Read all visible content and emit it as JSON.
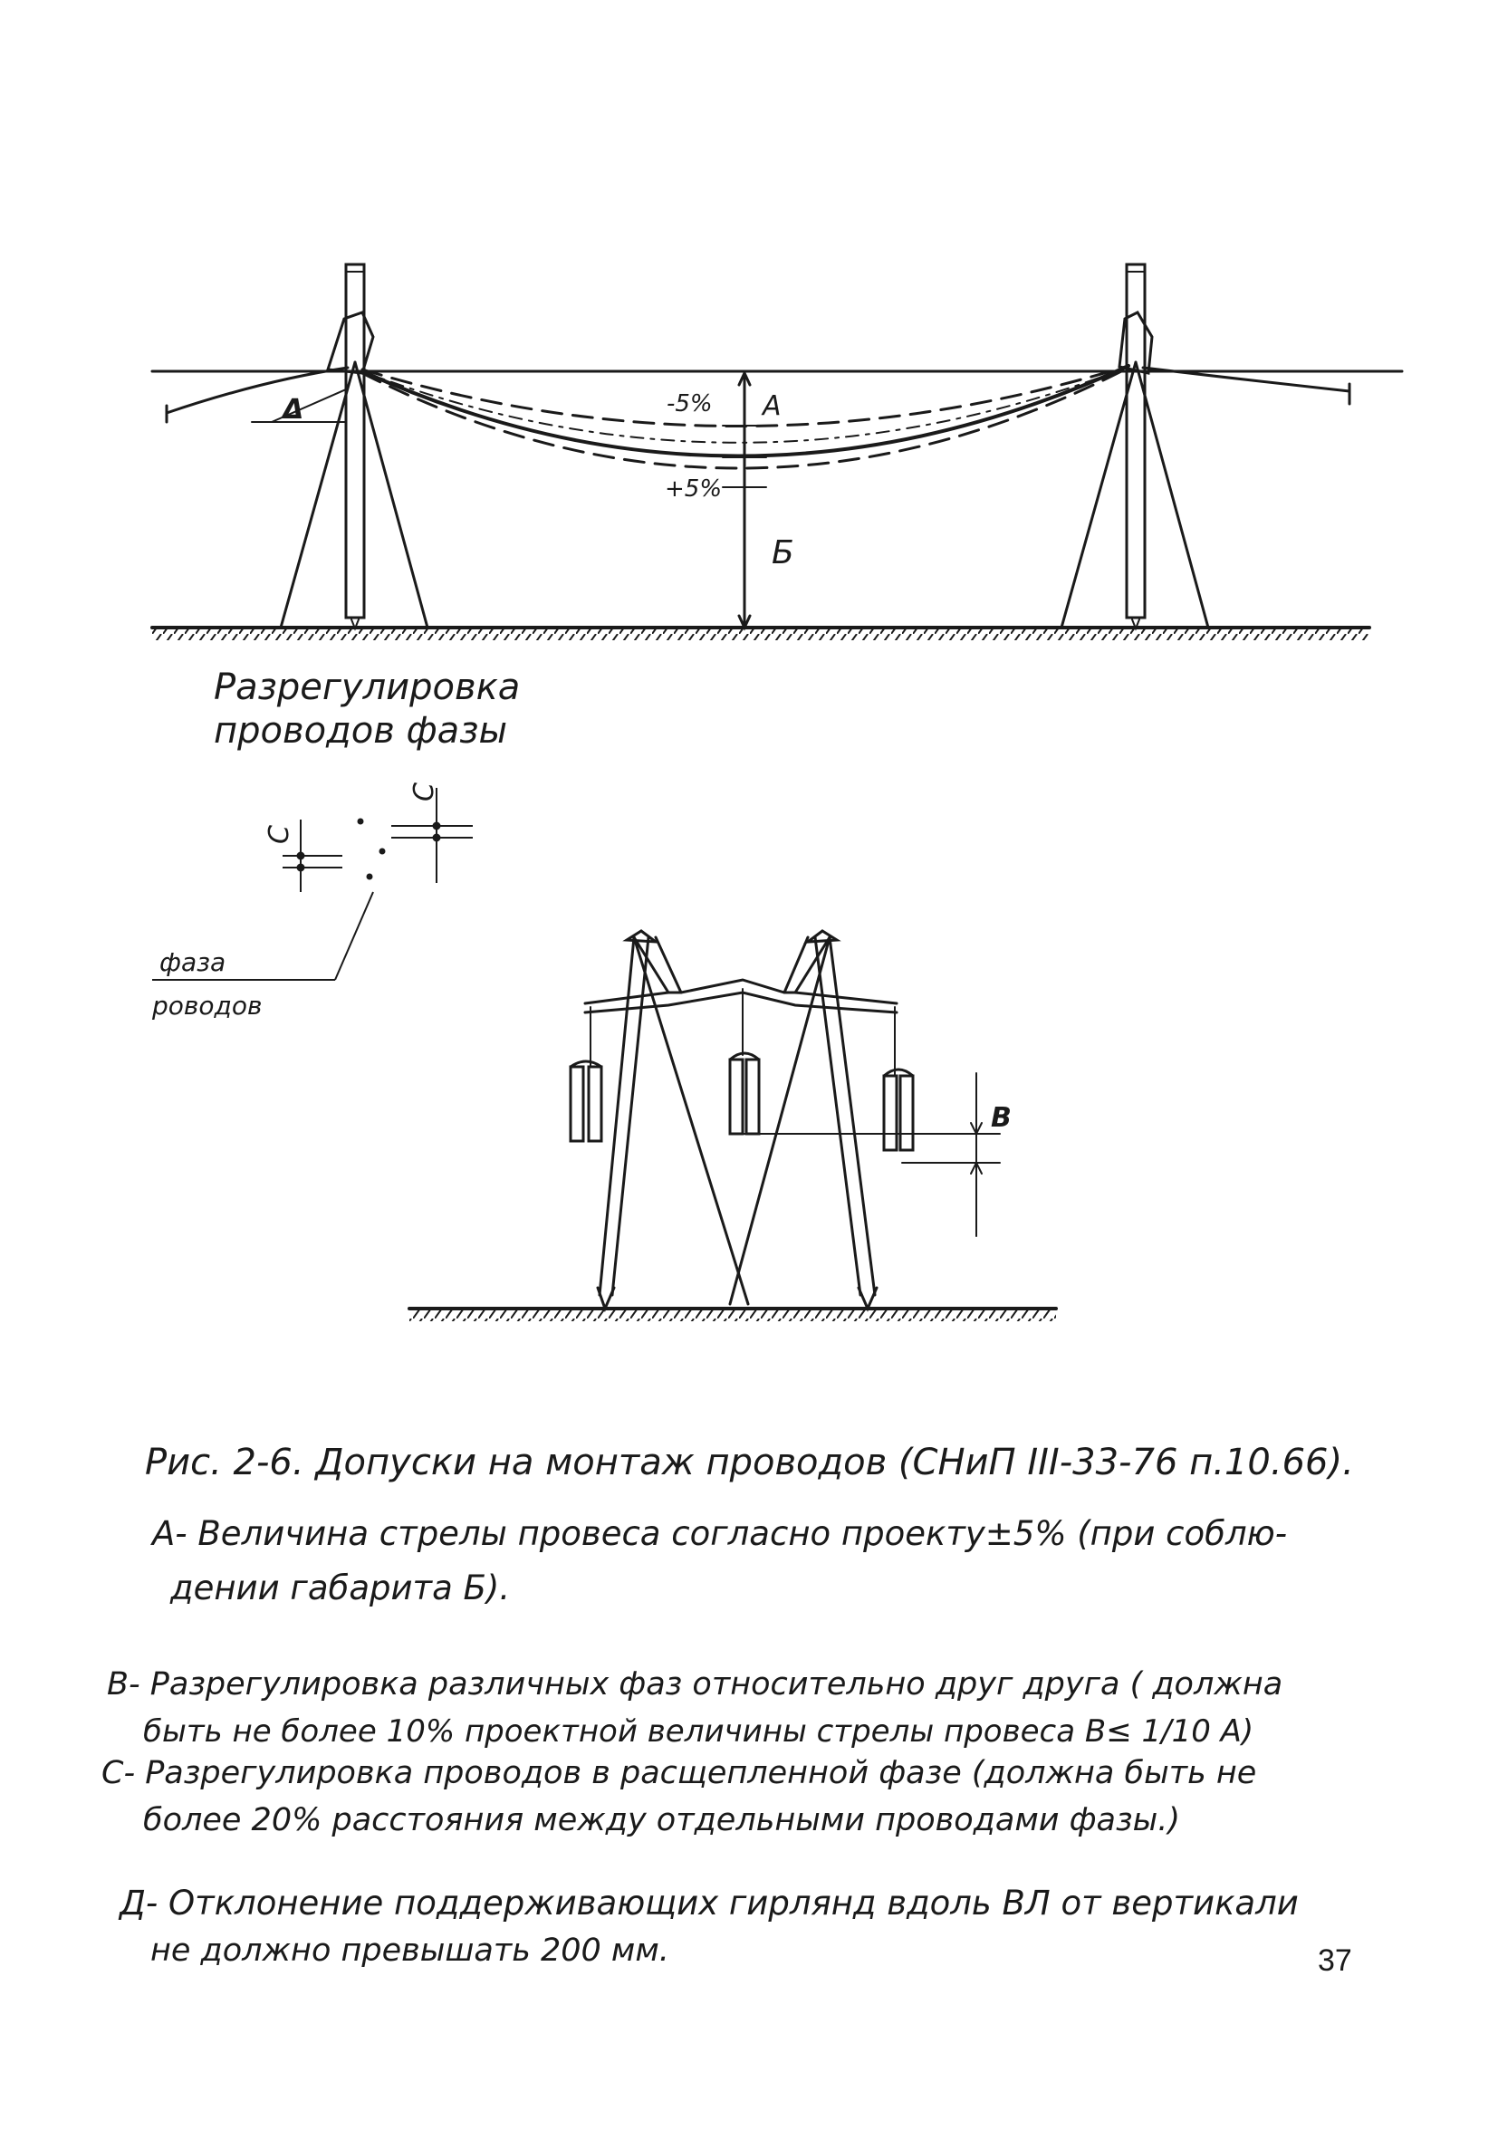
{
  "figure1": {
    "label_sag_minus": "-5%",
    "label_sag_plus": "+5%",
    "label_a": "А",
    "label_b": "Б",
    "label_delta": "Δ"
  },
  "figure2": {
    "title_line1": "Разрегулировка",
    "title_line2": "проводов фазы",
    "label_c_left": "С",
    "label_c_right": "С",
    "phase_label_line1": "фаза",
    "phase_label_line2": "роводов"
  },
  "figure3": {
    "label_v": "В"
  },
  "caption": {
    "title": "Рис. 2-6. Допуски на монтаж проводов (СНиП III-33-76 п.10.66).",
    "a_line1": "А- Величина стрелы провеса согласно проекту±5% (при соблю-",
    "a_line2": "дении габарита Б).",
    "b_line1": "В- Разрегулировка различных фаз относительно друг друга ( должна",
    "b_line2": "быть не более 10% проектной величины стрелы провеса В≤ 1/10 А)",
    "c_line1": "С- Разрегулировка проводов в расщепленной фазе (должна быть не",
    "c_line2": "более 20% расстояния между отдельными проводами фазы.)",
    "d_line1": "Д- Отклонение поддерживающих гирлянд вдоль ВЛ от вертикали",
    "d_line2": "не должно превышать 200 мм."
  },
  "page_number": "37"
}
